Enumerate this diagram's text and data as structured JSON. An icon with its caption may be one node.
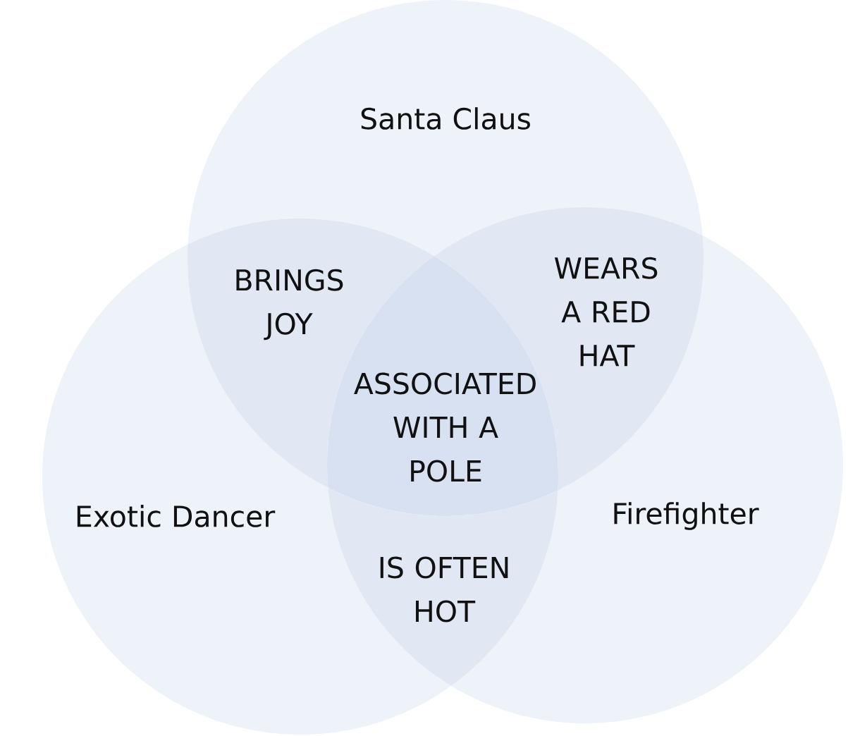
{
  "diagram": {
    "nodes": [
      {
        "text": [
          "Santa Claus"
        ]
      },
      {
        "text": [
          "Exotic Dancer"
        ]
      },
      {
        "text": [
          "Firefighter"
        ]
      }
    ],
    "labels": [
      "BRINGS JOY",
      "WEARS A RED HAT",
      "ASSOCIATED WITH A POLE",
      "IS OFTEN HOT"
    ]
  }
}
